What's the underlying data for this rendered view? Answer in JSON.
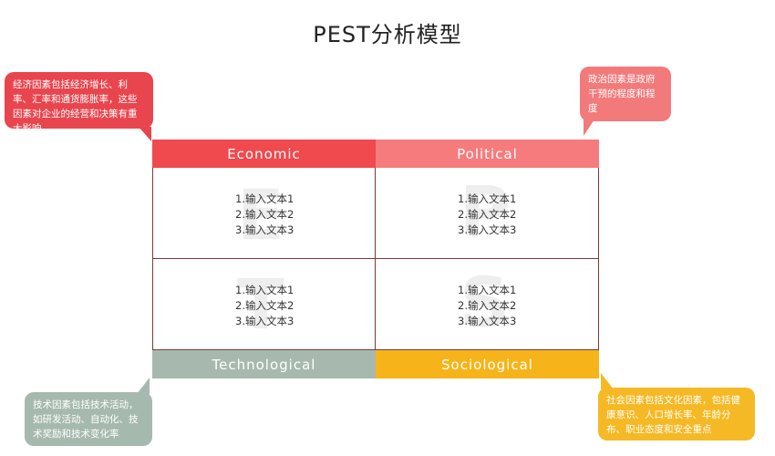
{
  "title": "PEST分析模型",
  "quadrants": {
    "economic": {
      "label": "Economic",
      "letter": "E",
      "color": "#f0494e",
      "items": [
        "1.输入文本1",
        "2.输入文本2",
        "3.输入文本3"
      ],
      "note": "经济因素包括经济增长、利率、汇率和通货膨胀率，这些因素对企业的经营和决策有重大影响"
    },
    "political": {
      "label": "Political",
      "letter": "P",
      "color": "#f57b7c",
      "items": [
        "1.输入文本1",
        "2.输入文本2",
        "3.输入文本3"
      ],
      "note": "政治因素是政府干预的程度和程度"
    },
    "technological": {
      "label": "Technological",
      "letter": "T",
      "color": "#a7b9ae",
      "items": [
        "1.输入文本1",
        "2.输入文本2",
        "3.输入文本3"
      ],
      "note": "技术因素包括技术活动，如研发活动、自动化、技术奖励和技术变化率"
    },
    "sociological": {
      "label": "Sociological",
      "letter": "S",
      "color": "#f6b41a",
      "items": [
        "1.输入文本1",
        "2.输入文本2",
        "3.输入文本3"
      ],
      "note": "社会因素包括文化因素，包括健康意识、人口增长率、年龄分布、职业态度和安全重点"
    }
  }
}
